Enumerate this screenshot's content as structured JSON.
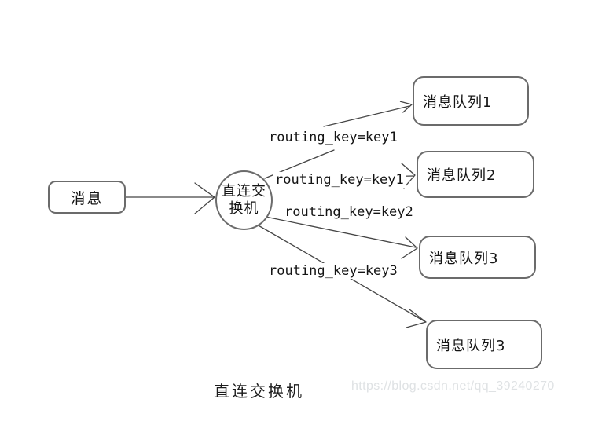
{
  "diagram": {
    "producer": {
      "label": "消息"
    },
    "exchange": {
      "line1": "直连交",
      "line2": "换机"
    },
    "queues": [
      {
        "label": "消息队列1"
      },
      {
        "label": "消息队列2"
      },
      {
        "label": "消息队列3"
      },
      {
        "label": "消息队列3"
      }
    ],
    "edge_labels": [
      {
        "text": "routing_key=key1"
      },
      {
        "text": "routing_key=key1"
      },
      {
        "text": "routing_key=key2"
      },
      {
        "text": "routing_key=key3"
      }
    ],
    "caption": "直连交换机",
    "watermark": "https://blog.csdn.net/qq_39240270"
  },
  "colors": {
    "line": "#454545",
    "shape_border": "#6b6b6b",
    "text": "#141414",
    "watermark": "#dfe2e4",
    "background": "#ffffff"
  }
}
